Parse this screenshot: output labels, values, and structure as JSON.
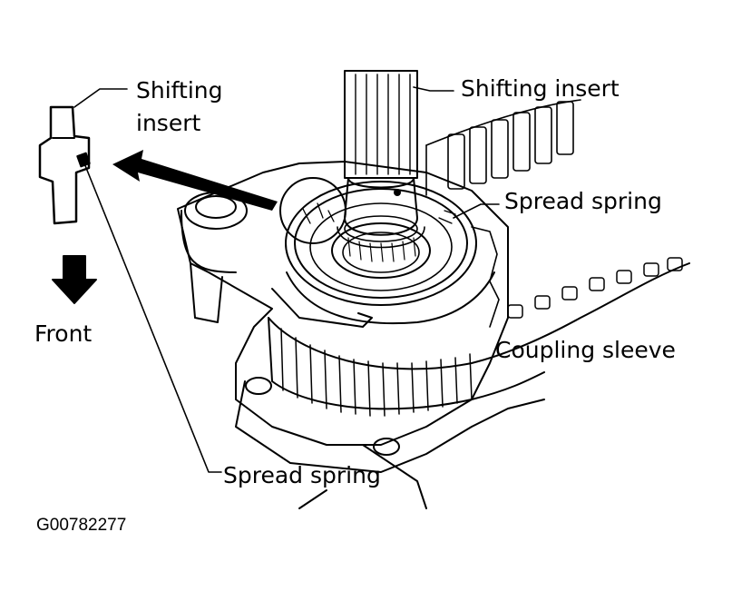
{
  "labels": {
    "shifting_insert_left_line1": "Shifting",
    "shifting_insert_left_line2": "insert",
    "front": "Front",
    "shifting_insert_right": "Shifting insert",
    "spread_spring_right": "Spread spring",
    "coupling_sleeve": "Coupling sleeve",
    "spread_spring_bottom": "Spread spring"
  },
  "figure_code": "G00782277",
  "colors": {
    "ink": "#000000",
    "paper": "#ffffff"
  }
}
